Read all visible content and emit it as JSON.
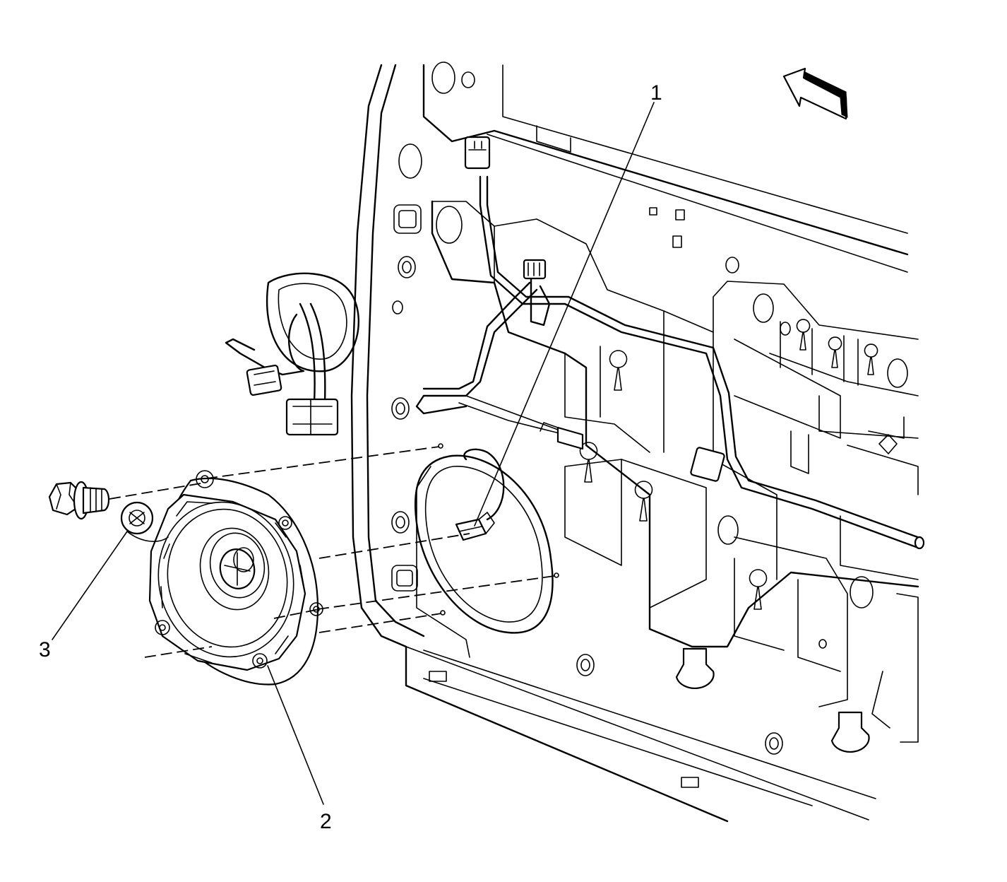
{
  "callouts": [
    {
      "id": "1",
      "label": "1"
    },
    {
      "id": "2",
      "label": "2"
    },
    {
      "id": "3",
      "label": "3"
    }
  ],
  "icons": {
    "direction_arrow": "forward-arrow-icon"
  }
}
